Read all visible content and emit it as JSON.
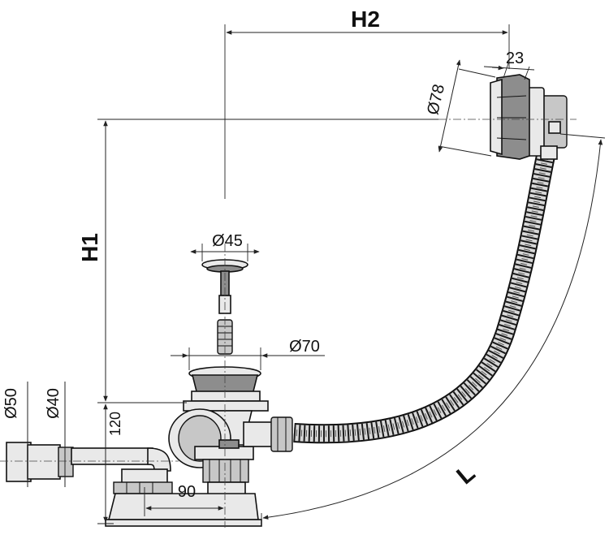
{
  "dimensions": {
    "h2": "H2",
    "h1": "H1",
    "l": "L",
    "d78": "Ø78",
    "w23": "23",
    "d45": "Ø45",
    "d70": "Ø70",
    "d50": "Ø50",
    "d40": "Ø40",
    "h120": "120",
    "w90": "90"
  }
}
